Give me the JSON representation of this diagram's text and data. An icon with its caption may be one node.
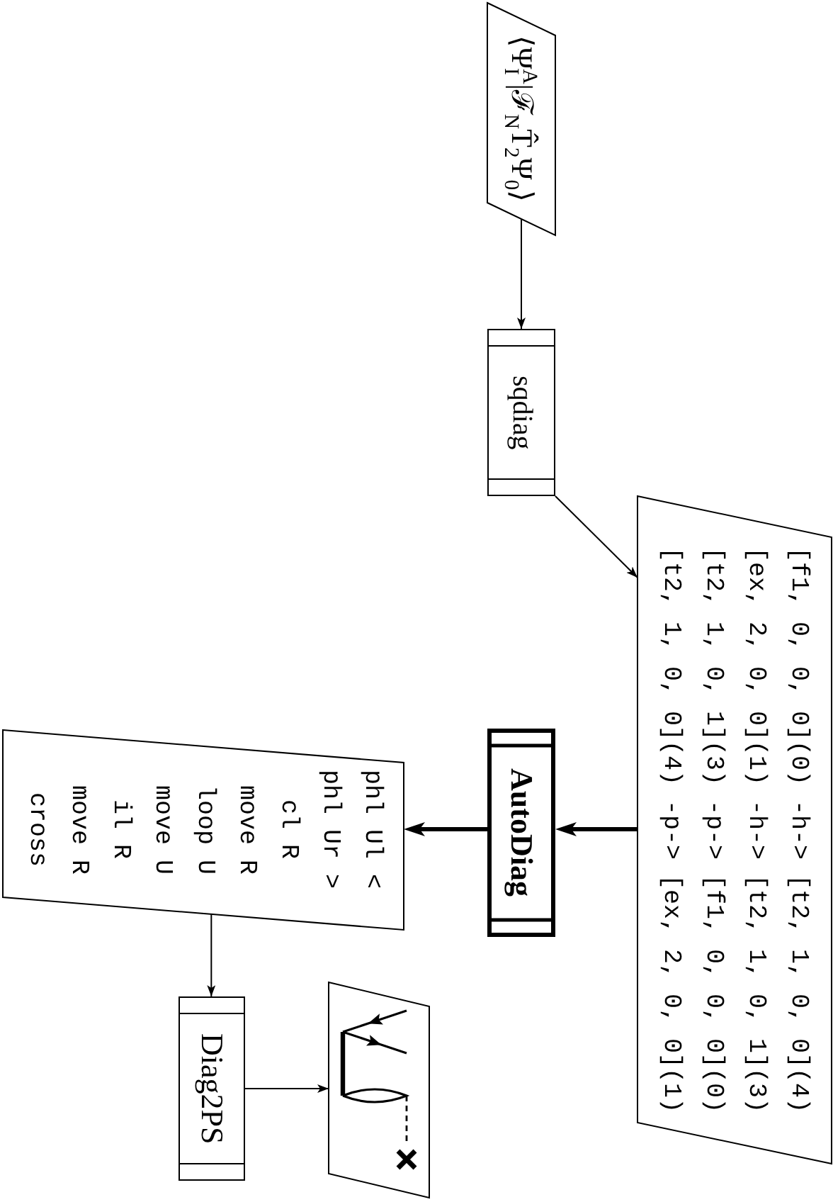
{
  "diagram": {
    "nodes": [
      {
        "text": [
          "⟨Ψ$^{A}$$_{I}$|ℱ$_{N}$T̂$_{2}$Ψ$_{0}$⟩"
        ]
      },
      {
        "text": [
          "sqdiag"
        ]
      },
      {
        "text": [
          "[f1, 0, 0, 0](0) -h-> [t2, 1, 0, 0](4)",
          "[ex, 2, 0, 0](1) -h-> [t2, 1, 0, 1](3)",
          "[t2, 1, 0, 1](3) -p-> [f1, 0, 0, 0](0)",
          "[t2, 1, 0, 0](4) -p-> [ex, 2, 0, 0](1)"
        ]
      },
      {
        "text": [
          "AutoDiag"
        ]
      },
      {
        "text": [
          "phl Ul <",
          "phl Ur >",
          "cl R",
          "move R",
          "loop U",
          "move U",
          "il R",
          "move R",
          "cross"
        ]
      },
      {
        "text": [
          "Diag2PS"
        ]
      },
      {
        "text": [],
        "shape": "picture"
      }
    ],
    "edges": [
      {
        "from": 0,
        "to": 1,
        "arrow": "to"
      },
      {
        "from": 1,
        "to": 2,
        "arrow": "to"
      },
      {
        "from": 2,
        "to": 3,
        "arrow": "to",
        "style": "thick"
      },
      {
        "from": 3,
        "to": 4,
        "arrow": "to",
        "style": "thick"
      },
      {
        "from": 4,
        "to": 5,
        "arrow": "to"
      },
      {
        "from": 5,
        "to": 6,
        "arrow": "to"
      }
    ]
  }
}
